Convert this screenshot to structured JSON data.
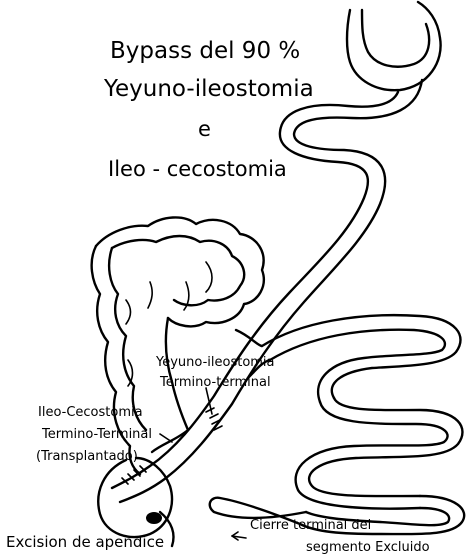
{
  "title": {
    "line1": "Bypass del 90 %",
    "line2": "Yeyuno-ileostomia",
    "line3": "e",
    "line4": "Ileo - cecostomia"
  },
  "labels": {
    "yeyuno_line1": "Yeyuno-ileostomia",
    "yeyuno_line2": "Termino-terminal",
    "ileo_line1": "Ileo-Cecostomia",
    "ileo_line2": "Termino-Terminal",
    "ileo_line3": "(Transplantado)",
    "excision": "Excision de apendice",
    "cierre_line1": "Cierre terminal del",
    "cierre_line2": "segmento Excluido"
  }
}
